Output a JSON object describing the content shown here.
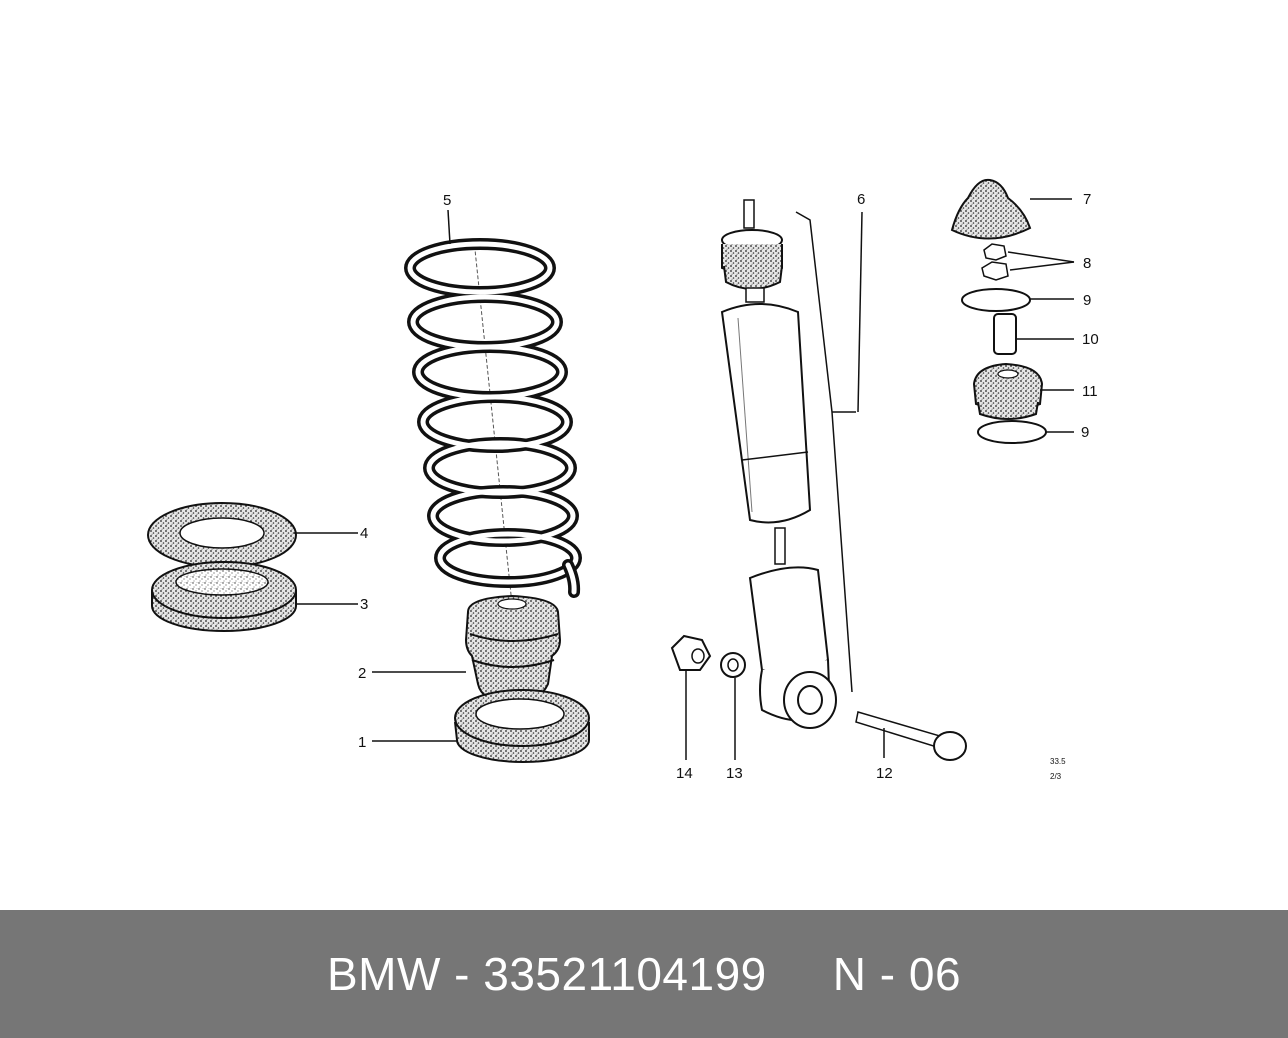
{
  "diagram": {
    "labels": {
      "l1": "1",
      "l2": "2",
      "l3": "3",
      "l4": "4",
      "l5": "5",
      "l6": "6",
      "l7": "7",
      "l8": "8",
      "l9a": "9",
      "l9b": "9",
      "l10": "10",
      "l11": "11",
      "l12": "12",
      "l13": "13",
      "l14": "14"
    },
    "ref_code": {
      "line1": "33.5",
      "line2": "2/3"
    }
  },
  "footer": {
    "part_title": "BMW - 33521104199",
    "code": "N - 06"
  },
  "colors": {
    "footer_bg": "#767676",
    "footer_text": "#ffffff",
    "ink": "#111111"
  }
}
